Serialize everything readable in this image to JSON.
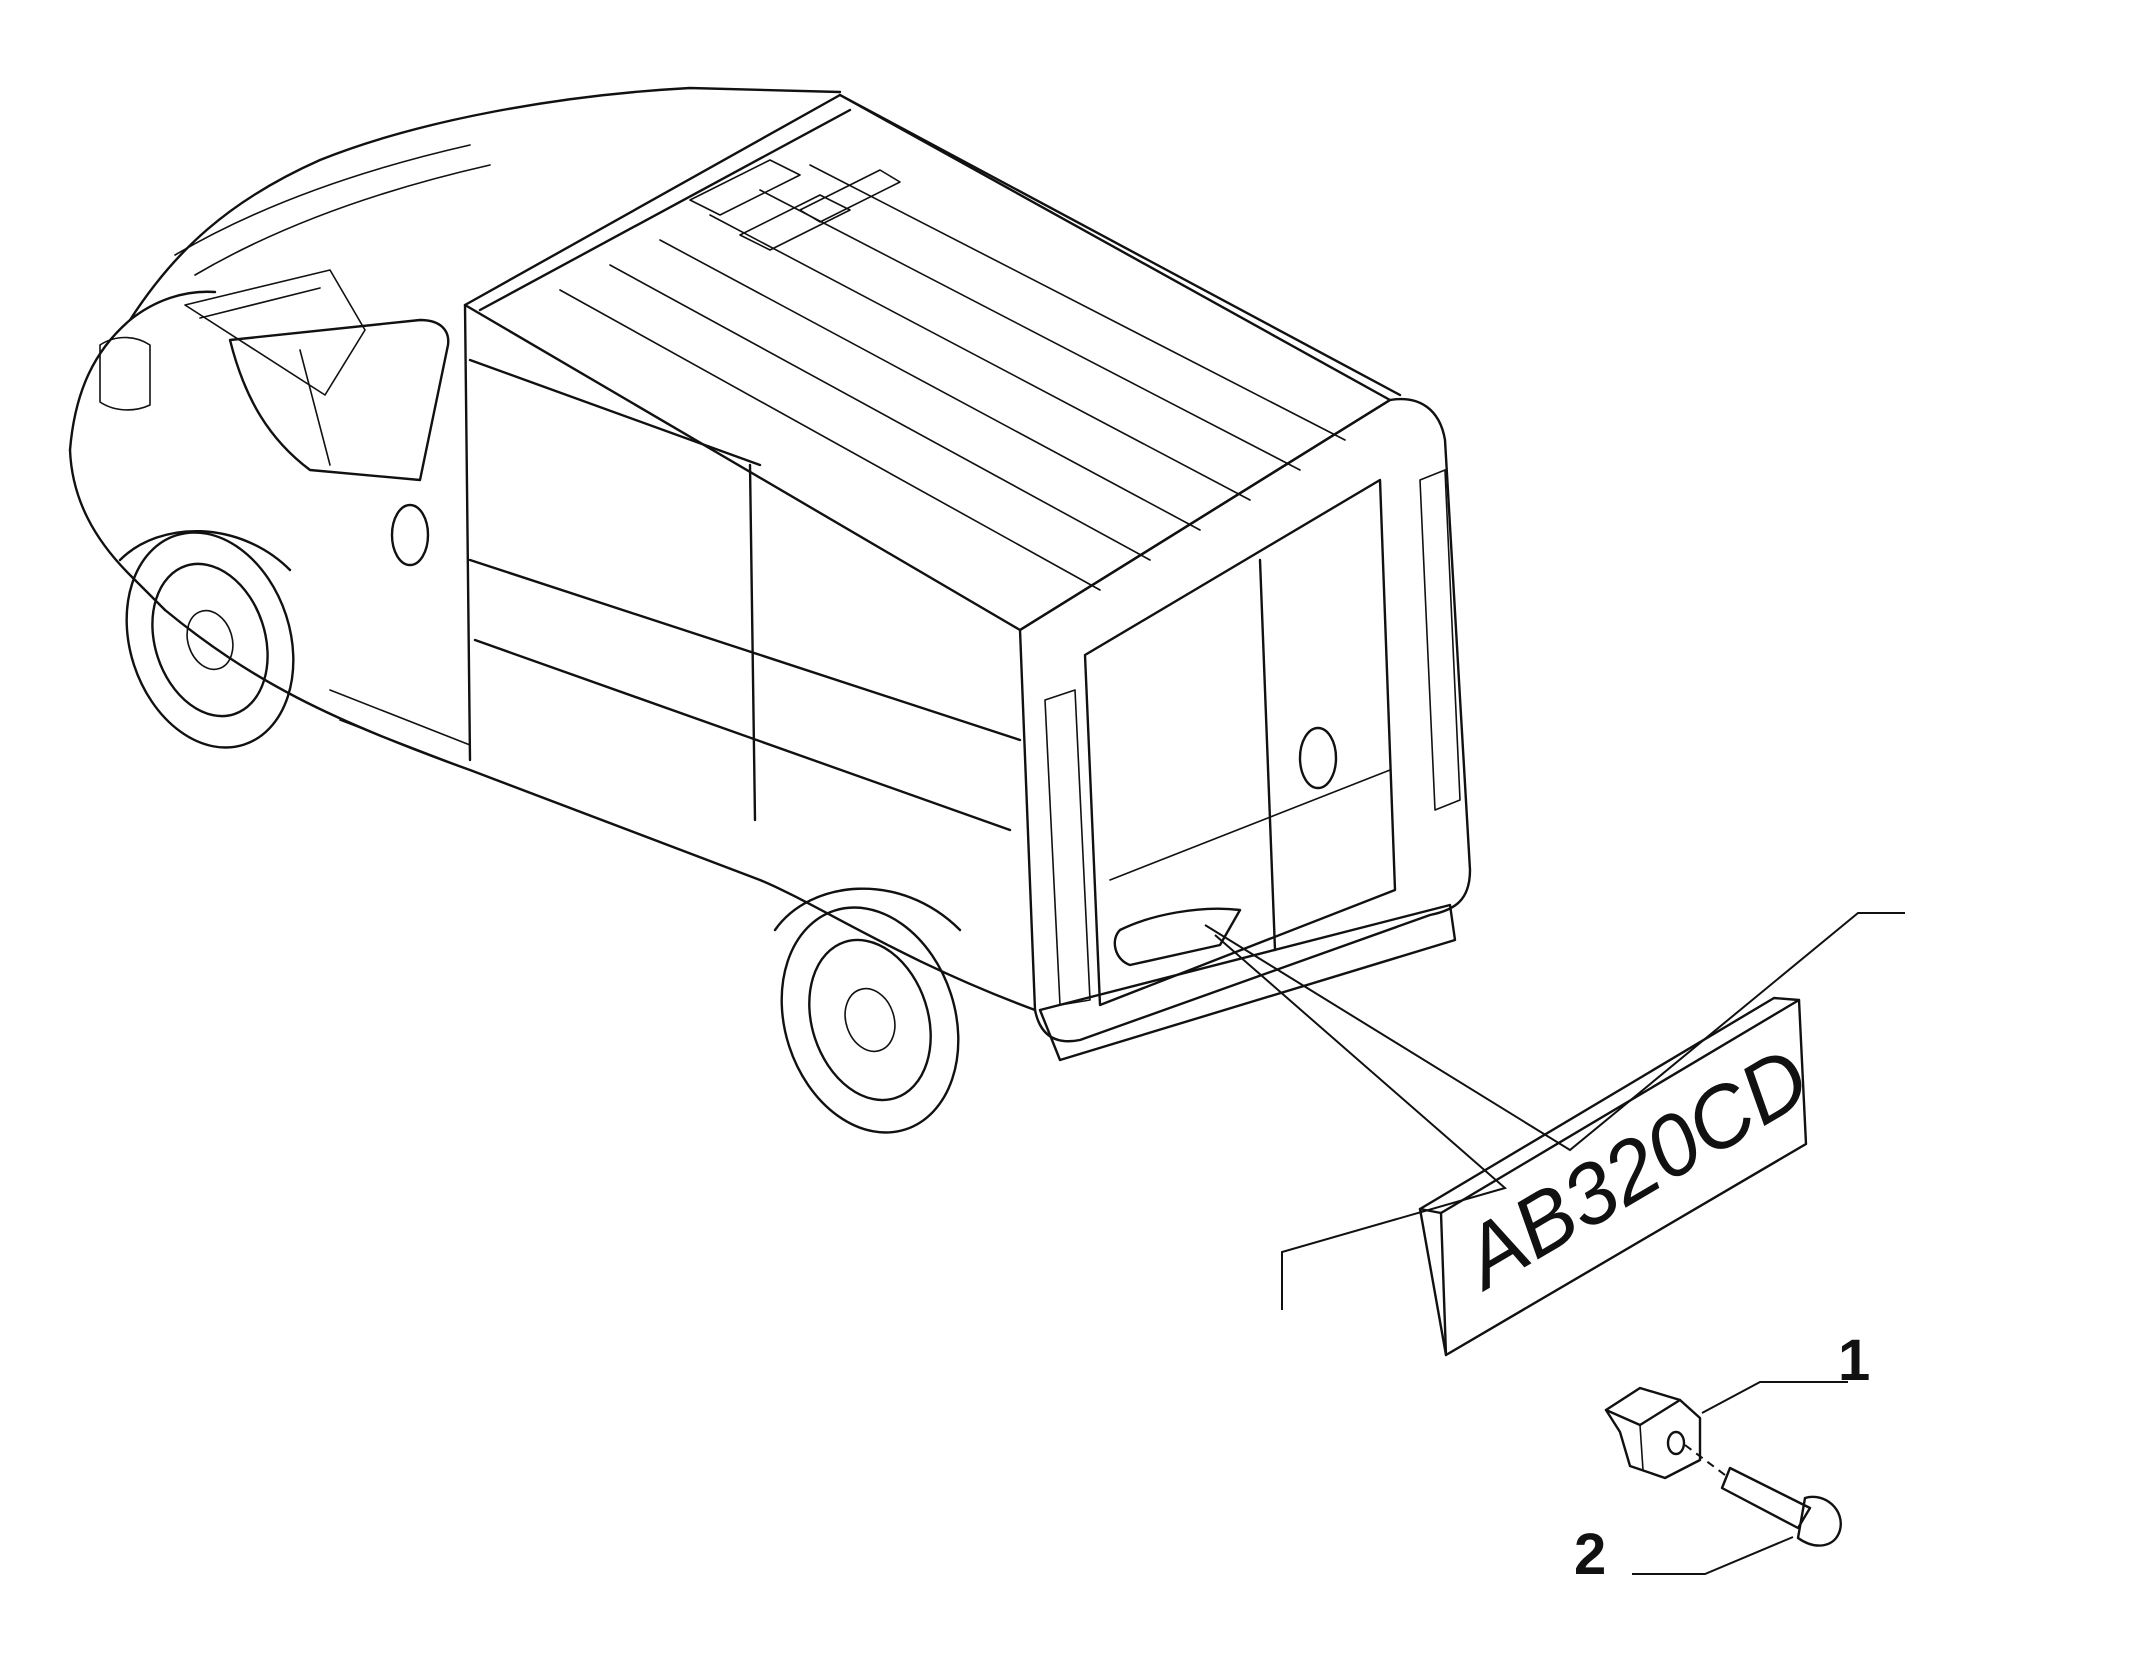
{
  "plate": {
    "text": "AB320CD"
  },
  "callouts": [
    {
      "number": "1"
    },
    {
      "number": "2"
    }
  ],
  "colors": {
    "line": "#111111",
    "background": "#ffffff"
  }
}
